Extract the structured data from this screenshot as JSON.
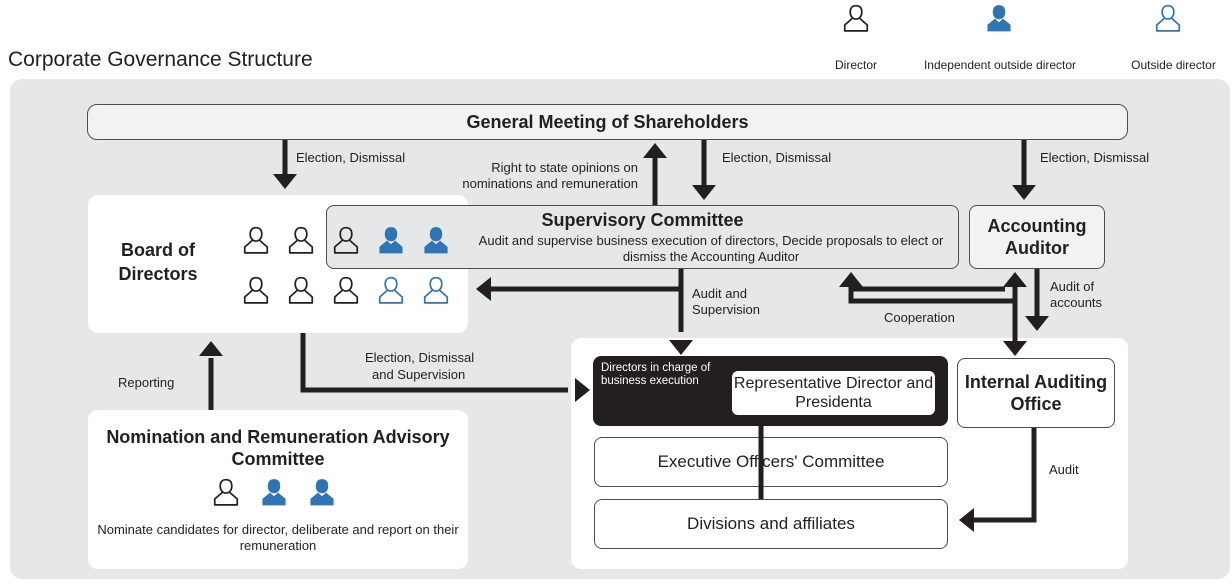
{
  "title": "Corporate Governance Structure",
  "legend": [
    {
      "label": "Director",
      "icon": "director-outline-icon"
    },
    {
      "label": "Independent outside director",
      "icon": "independent-director-filled-icon"
    },
    {
      "label": "Outside director",
      "icon": "outside-director-blue-outline-icon"
    }
  ],
  "colors": {
    "dark": "#231f20",
    "accent_blue": "#2e75b6",
    "panel_gray": "#e6e7e8",
    "box_gray": "#f2f2f2"
  },
  "nodes": {
    "gms": "General Meeting of Shareholders",
    "board": "Board of Directors",
    "supervisory_title": "Supervisory Committee",
    "supervisory_desc": "Audit and supervise business execution of directors, Decide proposals to elect or dismiss the Accounting Auditor",
    "accounting_auditor": "Accounting Auditor",
    "directors_exec": "Directors in charge of business execution",
    "rep_director": "Representative Director and Presidenta",
    "internal_audit": "Internal Auditing Office",
    "exec_officers": "Executive Officers' Committee",
    "divisions": "Divisions and affiliates",
    "nrac_title": "Nomination and Remuneration Advisory Committee",
    "nrac_desc": "Nominate candidates for director, deliberate and report on their remuneration"
  },
  "edge_labels": {
    "election_board": "Election, Dismissal",
    "right_to_state_1": "Right to state opinions on",
    "right_to_state_2": "nominations and remuneration",
    "election_sc": "Election, Dismissal",
    "election_aa": "Election, Dismissal",
    "audit_supervision_1": "Audit and",
    "audit_supervision_2": "Supervision",
    "audit_of_accounts_1": "Audit of",
    "audit_of_accounts_2": "accounts",
    "cooperation": "Cooperation",
    "election_exec_1": "Election, Dismissal",
    "election_exec_2": "and Supervision",
    "reporting": "Reporting",
    "audit": "Audit"
  },
  "board_members": [
    "director",
    "director",
    "director",
    "independent",
    "independent",
    "director",
    "director",
    "director",
    "outside",
    "outside"
  ],
  "nrac_members": [
    "director",
    "independent",
    "independent"
  ]
}
